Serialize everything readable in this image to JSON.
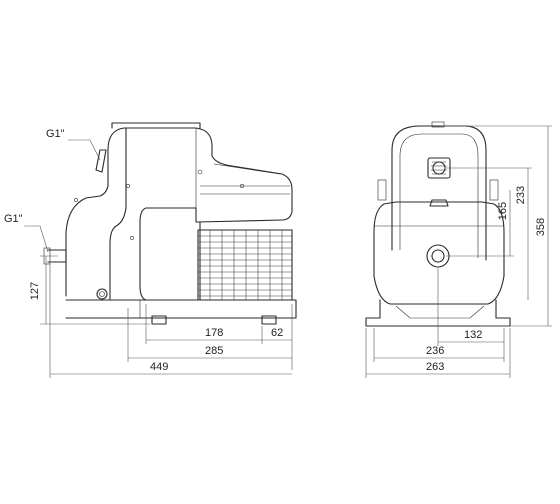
{
  "labels": {
    "outlet_connection": "G1\"",
    "inlet_connection": "G1\""
  },
  "dimensions": {
    "inlet_height": "127",
    "motor_length": "178",
    "foot_offset": "62",
    "base_length": "285",
    "overall_length": "449",
    "axis_height": "165",
    "outlet_height": "233",
    "overall_height": "358",
    "foot_half_width": "132",
    "base_width": "236",
    "overall_width": "263"
  }
}
